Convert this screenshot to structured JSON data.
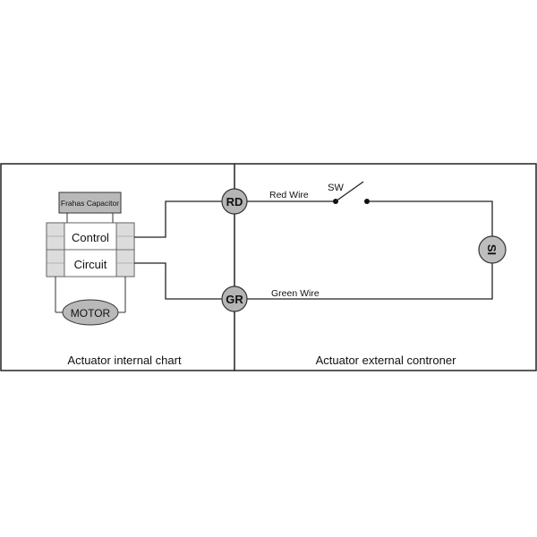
{
  "left_panel": {
    "caption": "Actuator internal chart",
    "capacitor_label": "Frahas Capacitor",
    "control_label": "Control",
    "circuit_label": "Circuit",
    "motor_label": "MOTOR"
  },
  "right_panel": {
    "caption": "Actuator external controner",
    "switch_label": "SW",
    "indicator_label": "SI",
    "red_wire_label": "Red Wire",
    "green_wire_label": "Green Wire"
  },
  "terminals": {
    "rd_label": "RD",
    "gr_label": "GR"
  },
  "colors": {
    "line": "#222222",
    "component_fill": "#bdbdbd",
    "capacitor_fill": "#b9b9b9",
    "control_block_fill": "#e6e6e6"
  }
}
